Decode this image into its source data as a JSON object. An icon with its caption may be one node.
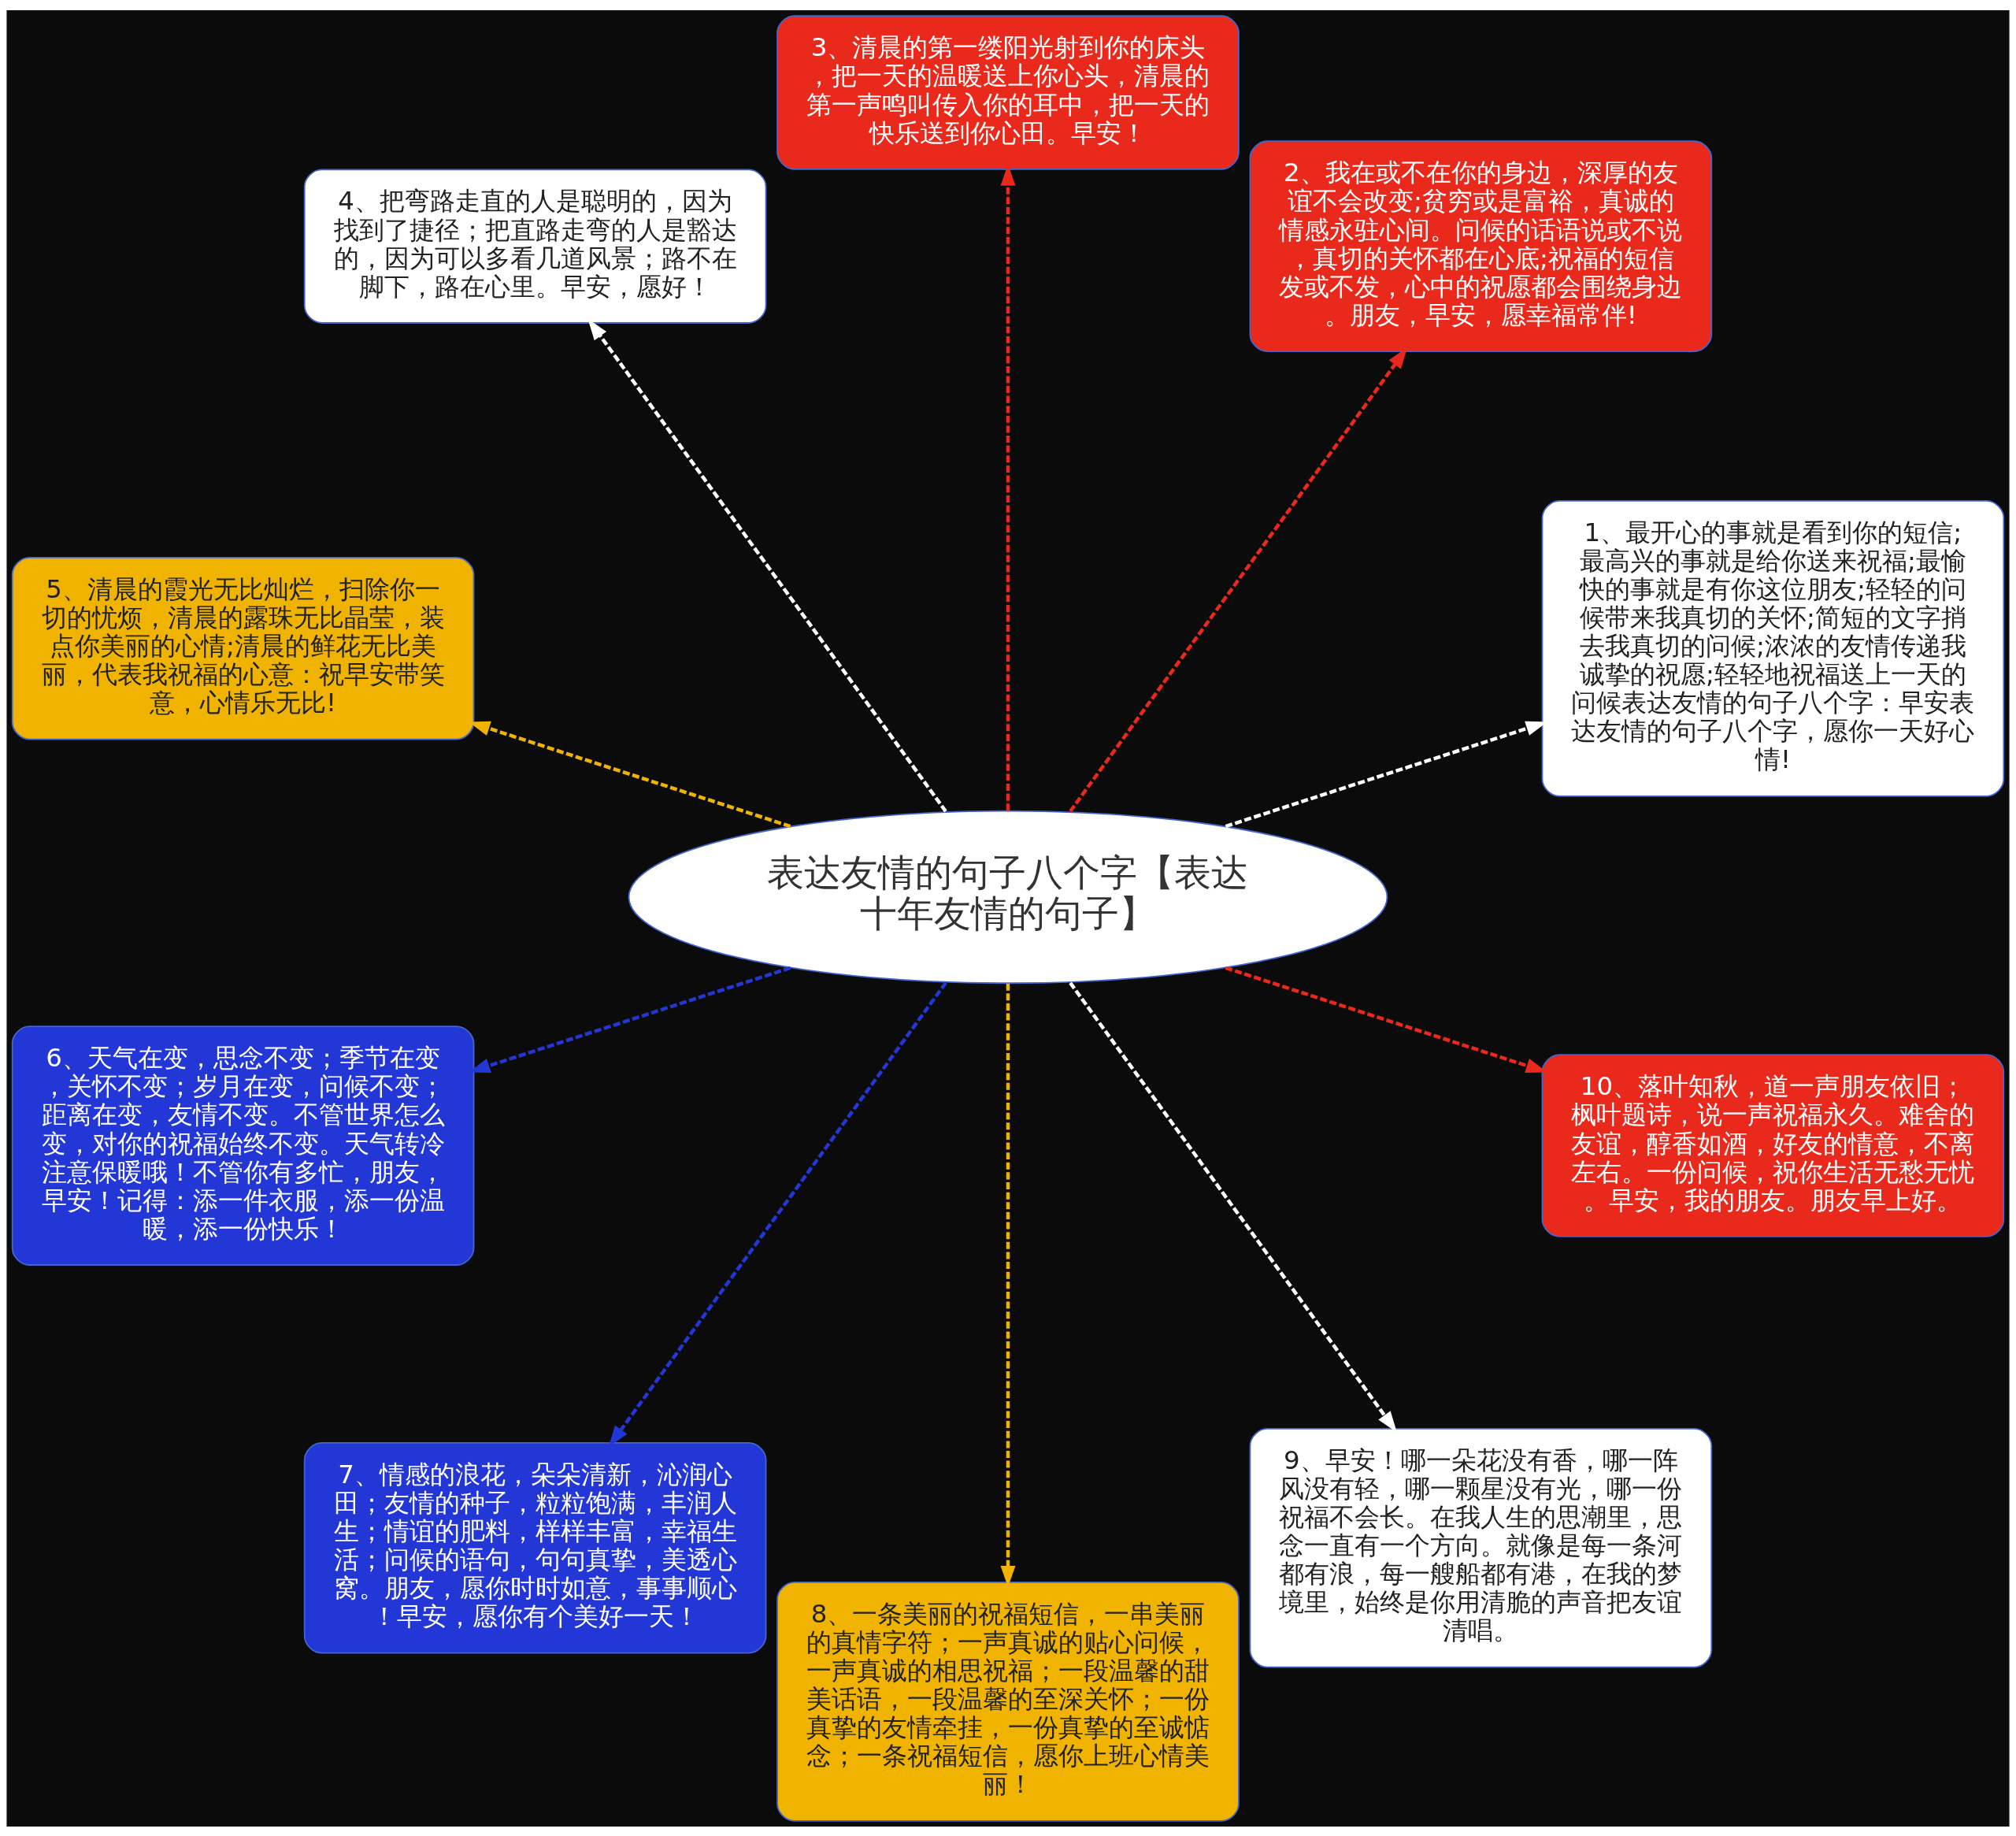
{
  "diagram": {
    "nodes": [
      {
        "text": [
          "表达友情的句子八个字【表达十年友情的句子】"
        ]
      },
      {
        "text": [
          "1、最开心的事就是看到你的短信;最高兴的事就是给你送来祝福;最愉快的事就是有你这位朋友;轻轻的问候带来我真切的关怀;简短的文字捎去我真切的问候;浓浓的友情传递我诚挚的祝愿;轻轻地祝福送上一天的问候表达友情的句子八个字：早安表达友情的句子八个字，愿你一天好心情!"
        ]
      },
      {
        "text": [
          "2、我在或不在你的身边，深厚的友谊不会改变;贫穷或是富裕，真诚的情感永驻心间。问候的话语说或不说，真切的关怀都在心底;祝福的短信发或不发，心中的祝愿都会围绕身边。朋友，早安，愿幸福常伴!"
        ]
      },
      {
        "text": [
          "3、清晨的第一缕阳光射到你的床头，把一天的温暖送上你心头，清晨的第一声鸣叫传入你的耳中，把一天的快乐送到你心田。早安！"
        ]
      },
      {
        "text": [
          "4、把弯路走直的人是聪明的，因为找到了捷径；把直路走弯的人是豁达的，因为可以多看几道风景；路不在脚下，路在心里。早安，愿好！"
        ]
      },
      {
        "text": [
          "5、清晨的霞光无比灿烂，扫除你一切的忧烦，清晨的露珠无比晶莹，装点你美丽的心情;清晨的鲜花无比美丽，代表我祝福的心意：祝早安带笑意，心情乐无比!"
        ]
      },
      {
        "text": [
          "6、天气在变，思念不变；季节在变，关怀不变；岁月在变，问候不变；距离在变，友情不变。不管世界怎么变，对你的祝福始终不变。天气转冷注意保暖哦！不管你有多忙，朋友，早安！记得：添一件衣服，添一份温暖，添一份快乐！"
        ]
      },
      {
        "text": [
          "7、情感的浪花，朵朵清新，沁润心田；友情的种子，粒粒饱满，丰润人生；情谊的肥料，样样丰富，幸福生活；问候的语句，句句真挚，美透心窝。朋友，愿你时时如意，事事顺心！早安，愿你有个美好一天！"
        ]
      },
      {
        "text": [
          "8、一条美丽的祝福短信，一串美丽的真情字符；一声真诚的贴心问候，一声真诚的相思祝福；一段温馨的甜美话语，一段温馨的至深关怀；一份真挚的友情牵挂，一份真挚的至诚惦念；一条祝福短信，愿你上班心情美丽！"
        ]
      },
      {
        "text": [
          "9、早安！哪一朵花没有香，哪一阵风没有轻，哪一颗星没有光，哪一份祝福不会长。在我人生的思潮里，思念一直有一个方向。就像是每一条河都有浪，每一艘船都有港，在我的梦境里，始终是你用清脆的声音把友谊清唱。"
        ]
      },
      {
        "text": [
          "10、落叶知秋，道一声朋友依旧；枫叶题诗，说一声祝福永久。难舍的友谊，醇香如酒，好友的情意，不离左右。一份问候，祝你生活无愁无忧。早安，我的朋友。朋友早上好。"
        ]
      }
    ],
    "edges": [
      {
        "from": 0,
        "to": 1,
        "arrow": "to",
        "style": "dashed",
        "color": "#ffffff"
      },
      {
        "from": 0,
        "to": 2,
        "arrow": "to",
        "style": "dashed",
        "color": "#e8291c"
      },
      {
        "from": 0,
        "to": 3,
        "arrow": "to",
        "style": "dashed",
        "color": "#e8291c"
      },
      {
        "from": 0,
        "to": 4,
        "arrow": "to",
        "style": "dashed",
        "color": "#ffffff"
      },
      {
        "from": 0,
        "to": 5,
        "arrow": "to",
        "style": "dashed",
        "color": "#f0b400"
      },
      {
        "from": 0,
        "to": 6,
        "arrow": "to",
        "style": "dashed",
        "color": "#2336d6"
      },
      {
        "from": 0,
        "to": 7,
        "arrow": "to",
        "style": "dashed",
        "color": "#2336d6"
      },
      {
        "from": 0,
        "to": 8,
        "arrow": "to",
        "style": "dashed",
        "color": "#f0b400"
      },
      {
        "from": 0,
        "to": 9,
        "arrow": "to",
        "style": "dashed",
        "color": "#ffffff"
      },
      {
        "from": 0,
        "to": 10,
        "arrow": "to",
        "style": "dashed",
        "color": "#e8291c"
      }
    ]
  }
}
